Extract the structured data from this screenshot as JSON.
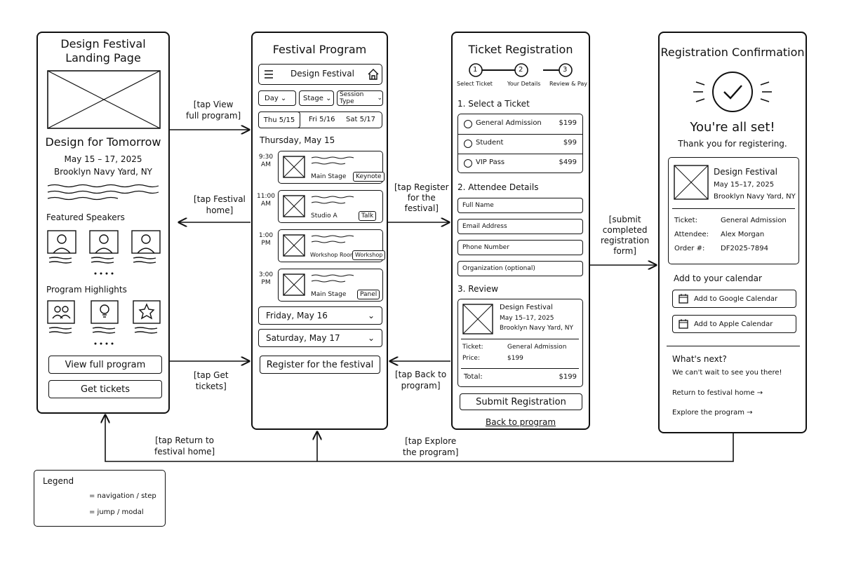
{
  "landing": {
    "title_line1": "Design Festival",
    "title_line2": "Landing Page",
    "headline": "Design for Tomorrow",
    "dates": "May 15 – 17, 2025",
    "venue": "Brooklyn Navy Yard, NY",
    "featured_label": "Featured Speakers",
    "highlights_label": "Program Highlights",
    "view_program_btn": "View full program",
    "get_tickets_btn": "Get tickets"
  },
  "program": {
    "title": "Festival Program",
    "nav_title": "Design Festival",
    "filters": [
      "Day",
      "Stage",
      "Session Type"
    ],
    "day_tabs": [
      "Thu 5/15",
      "Fri 5/16",
      "Sat 5/17"
    ],
    "day_heading": "Thursday, May 15",
    "sessions": [
      {
        "time_a": "9:30",
        "time_b": "AM",
        "stage": "Main Stage",
        "tag": "Keynote"
      },
      {
        "time_a": "11:00",
        "time_b": "AM",
        "stage": "Studio A",
        "tag": "Talk"
      },
      {
        "time_a": "1:00",
        "time_b": "PM",
        "stage": "Workshop Room",
        "tag": "Workshop"
      },
      {
        "time_a": "3:00",
        "time_b": "PM",
        "stage": "Main Stage",
        "tag": "Panel"
      }
    ],
    "collapsed_days": [
      "Friday, May 16",
      "Saturday, May 17"
    ],
    "register_btn": "Register for the festival"
  },
  "registration": {
    "title": "Ticket Registration",
    "steps": [
      {
        "num": "1",
        "label": "Select Ticket"
      },
      {
        "num": "2",
        "label": "Your Details"
      },
      {
        "num": "3",
        "label": "Review & Pay"
      }
    ],
    "section1": "1. Select a Ticket",
    "tickets": [
      {
        "name": "General Admission",
        "price": "$199"
      },
      {
        "name": "Student",
        "price": "$99"
      },
      {
        "name": "VIP Pass",
        "price": "$499"
      }
    ],
    "section2": "2. Attendee Details",
    "fields": [
      "Full Name",
      "Email Address",
      "Phone Number",
      "Organization (optional)"
    ],
    "section3": "3. Review",
    "review_name": "Design Festival",
    "review_dates": "May 15–17, 2025",
    "review_venue": "Brooklyn Navy Yard, NY",
    "ticket_label": "Ticket:",
    "ticket_value": "General Admission",
    "price_label": "Price:",
    "price_value": "$199",
    "total_label": "Total:",
    "total_value": "$199",
    "submit_btn": "Submit Registration",
    "back_link": "Back to program"
  },
  "confirmation": {
    "title": "Registration Confirmation",
    "headline": "You're all set!",
    "subtitle": "Thank you for registering.",
    "event_name": "Design Festival",
    "event_dates": "May 15–17, 2025",
    "event_venue": "Brooklyn Navy Yard, NY",
    "ticket_label": "Ticket:",
    "ticket_value": "General Admission",
    "attendee_label": "Attendee:",
    "attendee_value": "Alex Morgan",
    "order_label": "Order #:",
    "order_value": "DF2025-7894",
    "calendar_heading": "Add to your calendar",
    "google_btn": "Add to Google Calendar",
    "apple_btn": "Add to Apple Calendar",
    "next_heading": "What's next?",
    "next_text": "We can't wait to see you there!",
    "return_link": "Return to festival home →",
    "explore_link": "Explore the program →"
  },
  "flows": {
    "tap_view_program": [
      "[tap View",
      "full program]"
    ],
    "tap_festival_home": [
      "[tap Festival",
      "home]"
    ],
    "tap_get_tickets": [
      "[tap Get",
      "tickets]"
    ],
    "tap_register": [
      "[tap Register",
      "for the",
      "festival]"
    ],
    "tap_back": [
      "[tap Back to",
      "program]"
    ],
    "submit_completed": [
      "[submit",
      "completed",
      "registration",
      "form]"
    ],
    "tap_return": [
      "[tap Return to",
      "festival home]"
    ],
    "tap_explore": [
      "[tap Explore",
      "the program]"
    ]
  },
  "legend": {
    "title": "Legend",
    "navigation": "= navigation / step",
    "jump": "= jump / modal"
  }
}
